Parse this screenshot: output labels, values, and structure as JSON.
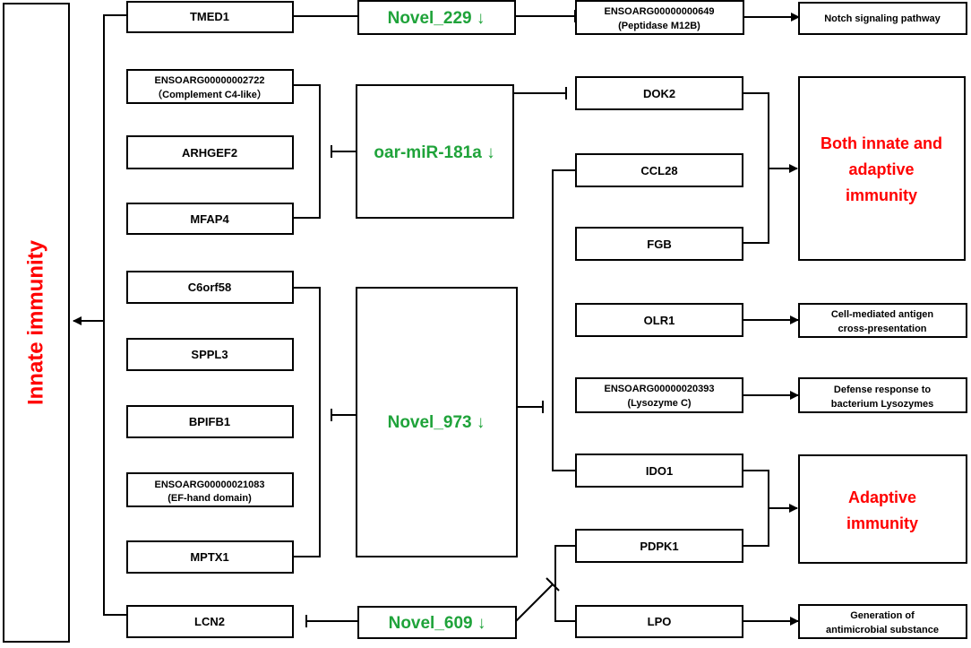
{
  "innate_immunity_label": "Innate immunity",
  "mirnas": {
    "novel_229": "Novel_229 ↓",
    "mir181a": "oar-miR-181a ↓",
    "novel_973": "Novel_973 ↓",
    "novel_609": "Novel_609 ↓"
  },
  "left_genes": {
    "tmed1": "TMED1",
    "complement_id": "ENSOARG00000002722",
    "complement_desc": "（Complement C4-like）",
    "arhgef2": "ARHGEF2",
    "mfap4": "MFAP4",
    "c6orf58": "C6orf58",
    "sppl3": "SPPL3",
    "bpifb1": "BPIFB1",
    "efhand_id": "ENSOARG00000021083",
    "efhand_desc": "(EF-hand domain)",
    "mptx1": "MPTX1",
    "lcn2": "LCN2"
  },
  "right_genes": {
    "peptidase_id": "ENSOARG00000000649",
    "peptidase_desc": "(Peptidase M12B)",
    "dok2": "DOK2",
    "ccl28": "CCL28",
    "fgb": "FGB",
    "olr1": "OLR1",
    "lysozyme_id": "ENSOARG00000020393",
    "lysozyme_desc": "(Lysozyme C)",
    "ido1": "IDO1",
    "pdpk1": "PDPK1",
    "lpo": "LPO"
  },
  "outcomes": {
    "notch": "Notch signaling pathway",
    "both_line1": "Both innate and",
    "both_line2": "adaptive",
    "both_line3": "immunity",
    "cell_line1": "Cell-mediated antigen",
    "cell_line2": "cross-presentation",
    "defense_line1": "Defense response to",
    "defense_line2": "bacterium Lysozymes",
    "adaptive_line1": "Adaptive",
    "adaptive_line2": "immunity",
    "generation_line1": "Generation of",
    "generation_line2": "antimicrobial substance"
  },
  "colors": {
    "mirna_text": "#1fa33a",
    "immunity_text": "#ff0000",
    "lines": "#000000"
  }
}
